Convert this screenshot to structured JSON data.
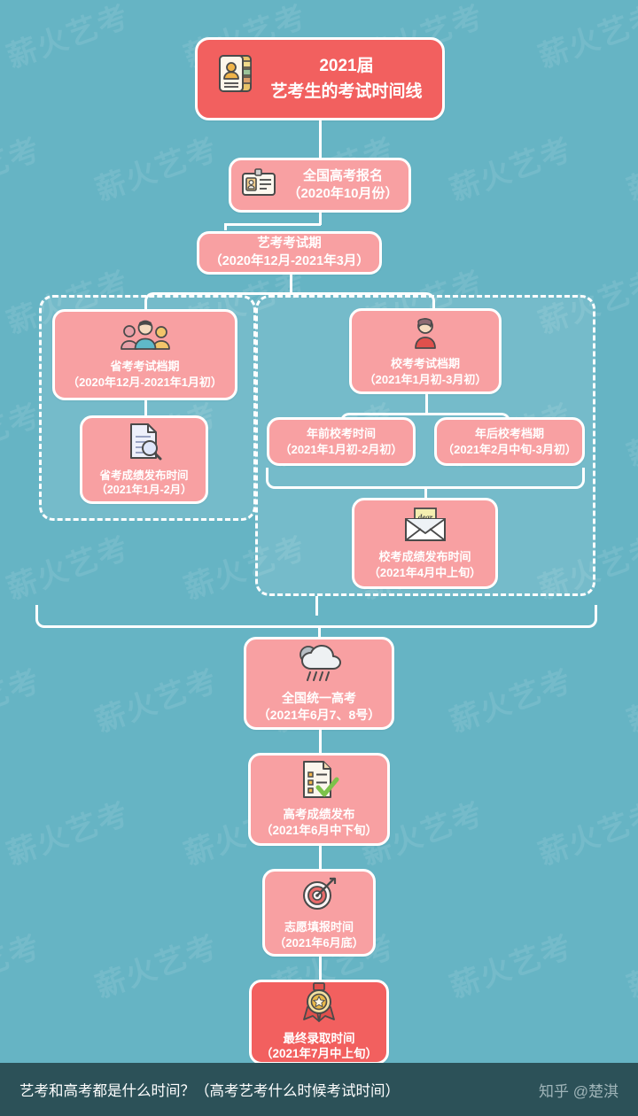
{
  "meta": {
    "background_color": "#66b4c4",
    "node_color": "#f8a0a2",
    "node_strong_color": "#f2605f",
    "line_color": "#ffffff",
    "caption_bar_color": "#2c5158"
  },
  "watermark": {
    "text": "薪火艺考"
  },
  "header": {
    "icon": "contact-card-icon",
    "title": "2021届",
    "subtitle": "艺考生的考试时间线"
  },
  "nodes": {
    "registration": {
      "icon": "id-card-icon",
      "title": "全国高考报名",
      "subtitle": "（2020年10月份）"
    },
    "art_exam_period": {
      "title": "艺考考试期",
      "subtitle": "（2020年12月-2021年3月）"
    },
    "province_exam": {
      "icon": "students-group-icon",
      "title": "省考考试档期",
      "subtitle": "（2020年12月-2021年1月初）"
    },
    "province_result": {
      "icon": "document-search-icon",
      "title": "省考成绩发布时间",
      "subtitle": "（2021年1月-2月）"
    },
    "school_exam": {
      "icon": "student-person-icon",
      "title": "校考考试档期",
      "subtitle": "（2021年1月初-3月初）"
    },
    "school_before_newyear": {
      "title": "年前校考时间",
      "subtitle": "（2021年1月初-2月初）"
    },
    "school_after_newyear": {
      "title": "年后校考档期",
      "subtitle": "（2021年2月中旬-3月初）"
    },
    "school_result": {
      "icon": "envelope-letter-icon",
      "title": "校考成绩发布时间",
      "subtitle": "（2021年4月中上旬）"
    },
    "gaokao": {
      "icon": "rain-cloud-icon",
      "title": "全国统一高考",
      "subtitle": "（2021年6月7、8号）"
    },
    "gaokao_result": {
      "icon": "checklist-icon",
      "title": "高考成绩发布",
      "subtitle": "（2021年6月中下旬）"
    },
    "application": {
      "icon": "target-dart-icon",
      "title": "志愿填报时间",
      "subtitle": "（2021年6月底）"
    },
    "admission": {
      "icon": "award-medal-icon",
      "title": "最终录取时间",
      "subtitle": "（2021年7月中上旬）"
    }
  },
  "caption": {
    "question": "艺考和高考都是什么时间？（高考艺考什么时候考试时间）",
    "attribution": "知乎 @楚淇"
  }
}
